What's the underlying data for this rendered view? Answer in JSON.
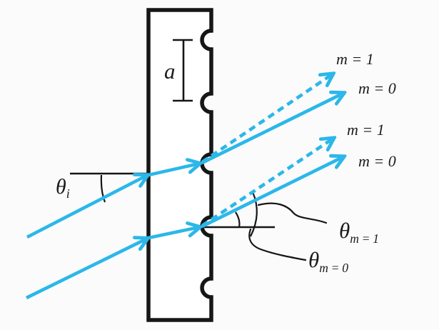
{
  "labels": {
    "slit_spacing": "a",
    "incident_angle": {
      "symbol": "θ",
      "sub": "i"
    },
    "upper_slit_orders": {
      "m1": "m = 1",
      "m0": "m = 0"
    },
    "lower_slit_orders": {
      "m1": "m = 1",
      "m0": "m = 0"
    },
    "angle_m1": {
      "symbol": "θ",
      "sub": "m = 1"
    },
    "angle_m0": {
      "symbol": "θ",
      "sub": "m = 0"
    }
  },
  "colors": {
    "ray": "#2bb7ea",
    "line": "#161616",
    "text": "#1c1c1e",
    "background": "#fbfbfb"
  }
}
